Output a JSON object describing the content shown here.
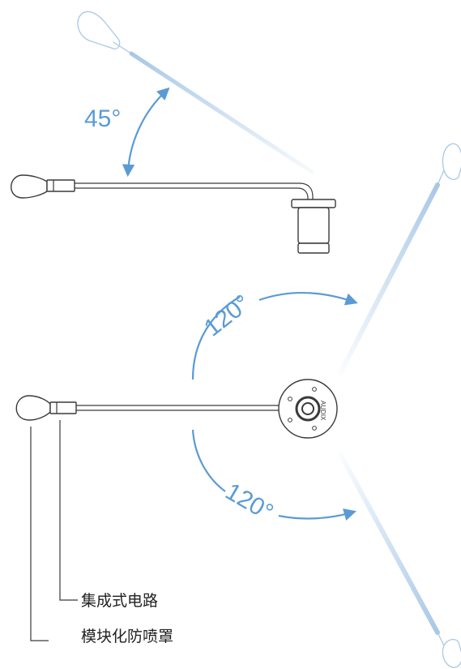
{
  "angles": {
    "tilt": "45°",
    "swing_up": "120°",
    "swing_down": "120°"
  },
  "callouts": {
    "integrated_circuit": "集成式电路",
    "modular_windscreen": "模块化防喷罩"
  },
  "logo_text": "AUDIX",
  "colors": {
    "accent": "#5b9bd5",
    "ink": "#3a3a3a",
    "ghost": "#a9c8e6"
  }
}
